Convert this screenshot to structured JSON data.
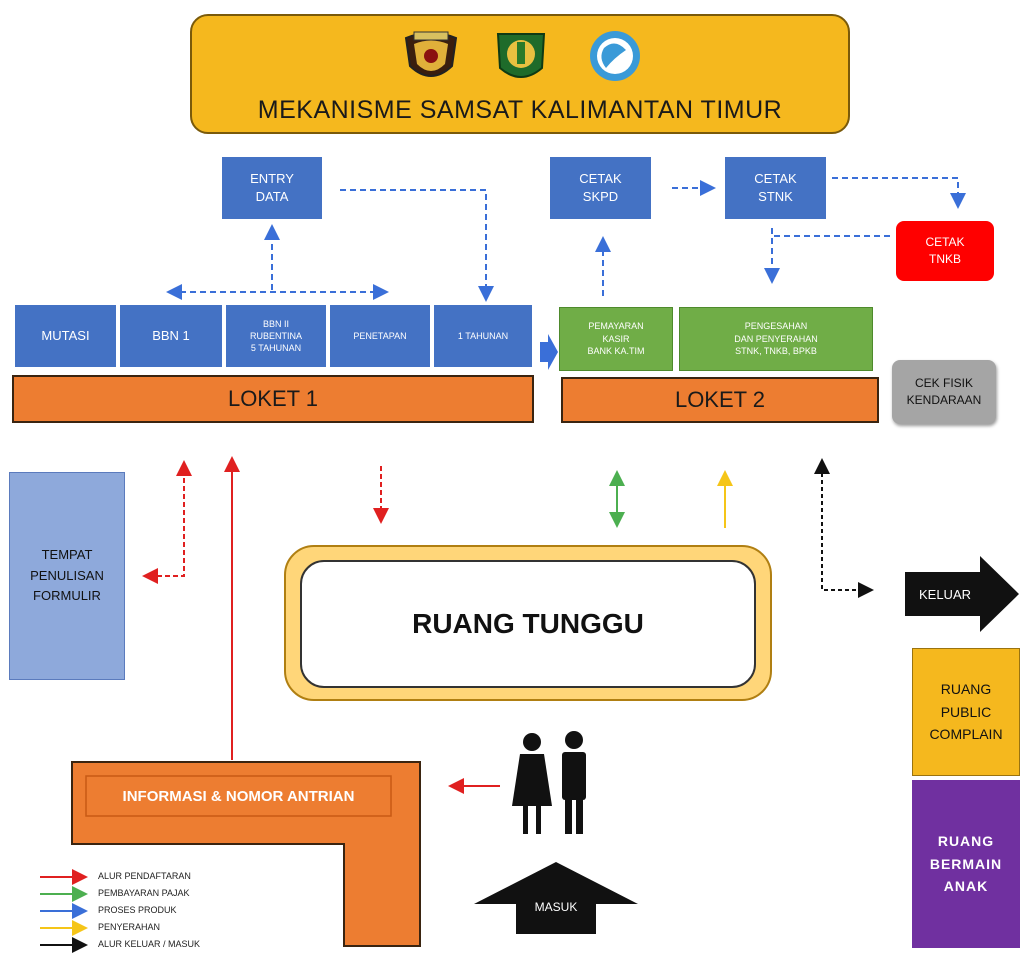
{
  "header": {
    "title": "MEKANISME SAMSAT KALIMANTAN TIMUR"
  },
  "top": {
    "entry_data": [
      "ENTRY",
      "DATA"
    ],
    "cetak_skpd": [
      "CETAK",
      "SKPD"
    ],
    "cetak_stnk": [
      "CETAK",
      "STNK"
    ],
    "cetak_tnkb": [
      "CETAK",
      "TNKB"
    ]
  },
  "loket1": {
    "label": "LOKET 1",
    "items": {
      "mutasi": "MUTASI",
      "bbn1": "BBN 1",
      "bbn2": [
        "BBN II",
        "RUBENTINA",
        "5 TAHUNAN"
      ],
      "penetapan": "PENETAPAN",
      "tahunan": "1 TAHUNAN"
    }
  },
  "loket2": {
    "label": "LOKET 2",
    "items": {
      "pembayaran": [
        "PEMAYARAN",
        "KASIR",
        "BANK KA.TIM"
      ],
      "pengesahan": [
        "PENGESAHAN",
        "DAN PENYERAHAN",
        "STNK, TNKB, BPKB"
      ]
    }
  },
  "cek_fisik": [
    "CEK FISIK",
    "KENDARAAN"
  ],
  "tempat_penulisan": [
    "TEMPAT",
    "PENULISAN",
    "FORMULIR"
  ],
  "ruang_tunggu": "RUANG TUNGGU",
  "keluar": "KELUAR",
  "ruang_public": [
    "RUANG",
    "PUBLIC",
    "COMPLAIN"
  ],
  "ruang_bermain": [
    "RUANG",
    "BERMAIN",
    "ANAK"
  ],
  "informasi": "INFORMASI & NOMOR ANTRIAN",
  "masuk": "MASUK",
  "legend": [
    {
      "label": "ALUR PENDAFTARAN",
      "color": "#e02020"
    },
    {
      "label": "PEMBAYARAN PAJAK",
      "color": "#4caf50"
    },
    {
      "label": "PROSES PRODUK",
      "color": "#3a6fd8"
    },
    {
      "label": "PENYERAHAN",
      "color": "#f5c518"
    },
    {
      "label": "ALUR KELUAR / MASUK",
      "color": "#111111"
    }
  ],
  "icons": [
    "police-emblem-icon",
    "kaltim-emblem-icon",
    "dispenda-logo-icon",
    "people-icon"
  ]
}
